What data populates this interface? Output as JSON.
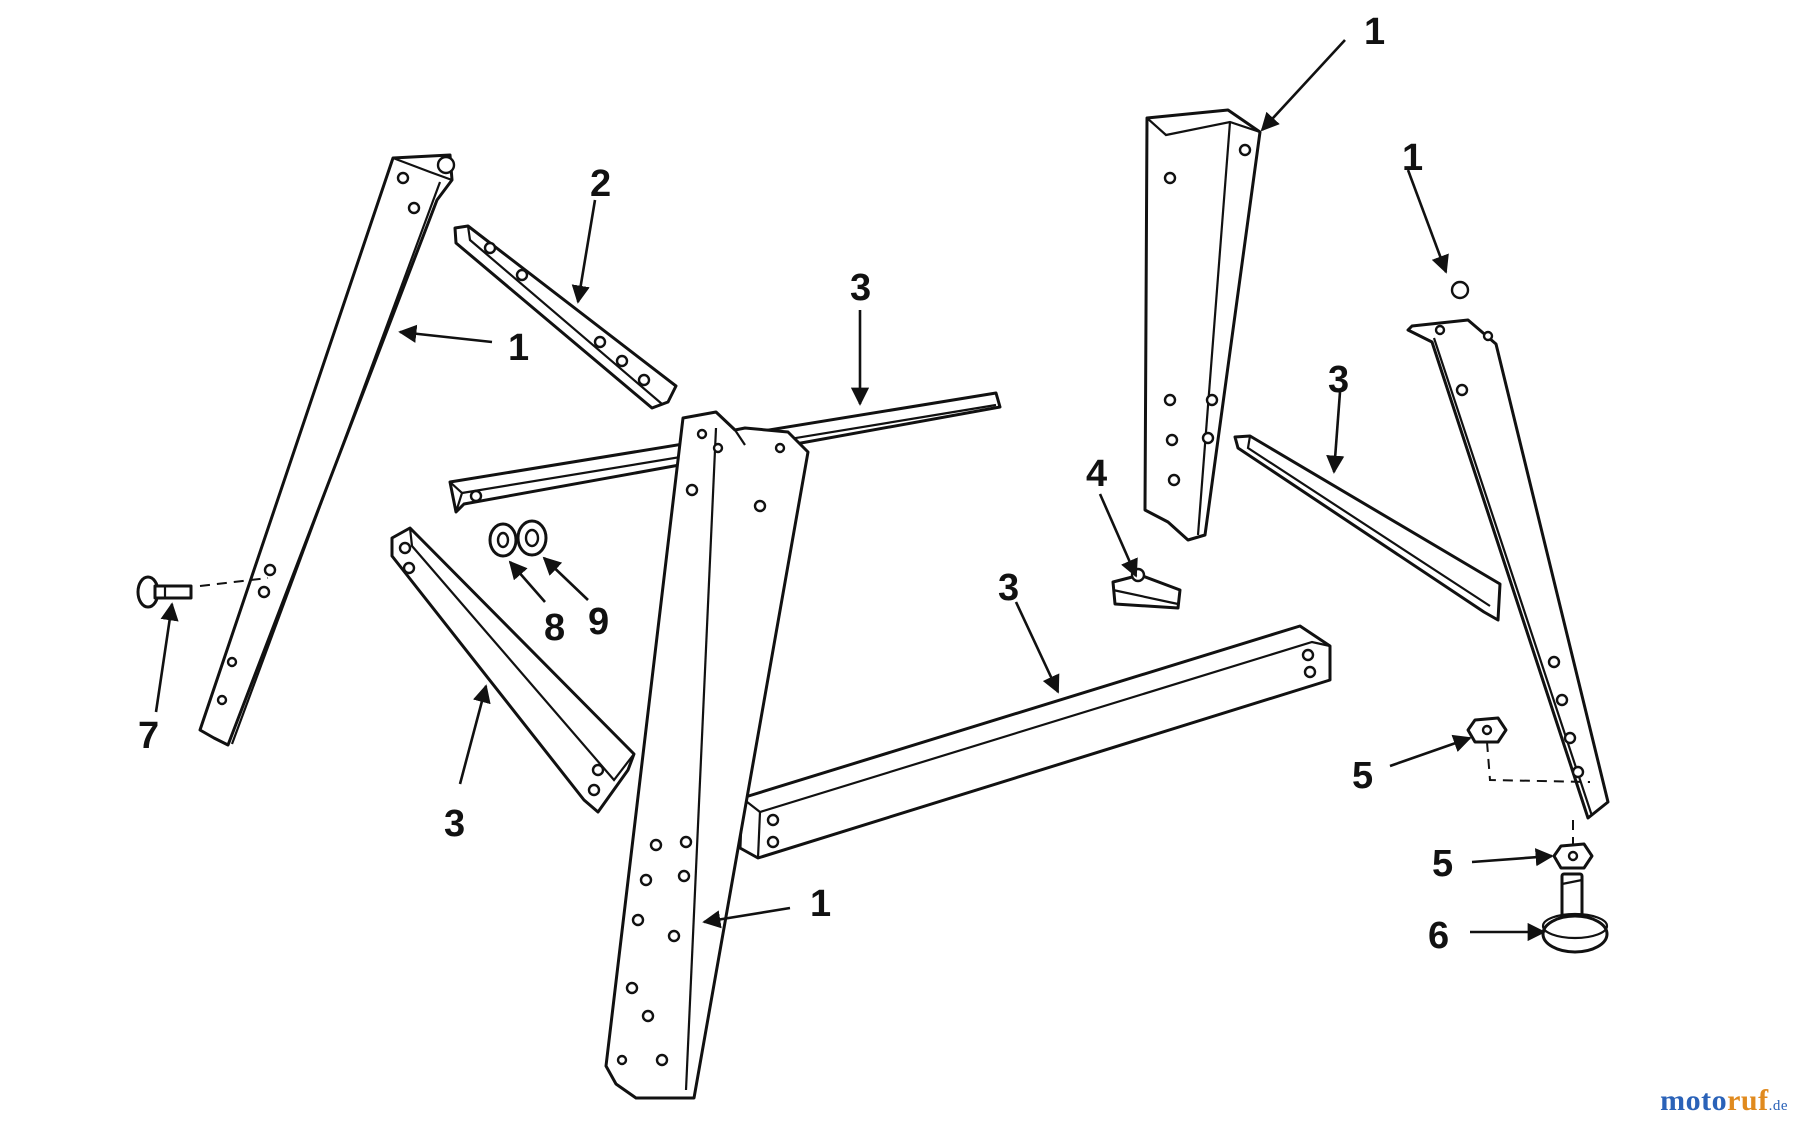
{
  "callouts": {
    "leg_far_left": "1",
    "leg_front": "1",
    "leg_back_right": "1",
    "leg_far_right": "1",
    "end_stiffener": "2",
    "brace_rear": "3",
    "brace_left_side": "3",
    "brace_front": "3",
    "brace_right_side": "3",
    "leveling_bracket": "4",
    "nut_upper": "5",
    "nut_lower": "5",
    "leveling_foot": "6",
    "carriage_bolt": "7",
    "lock_washer": "8",
    "hex_nut": "9"
  },
  "watermark": {
    "part1": "moto",
    "part2": "ruf",
    "part3": ".de"
  },
  "colors": {
    "line": "#111111",
    "paper": "#ffffff",
    "watermark_blue": "#2a62b8",
    "watermark_orange": "#e08a1e"
  }
}
